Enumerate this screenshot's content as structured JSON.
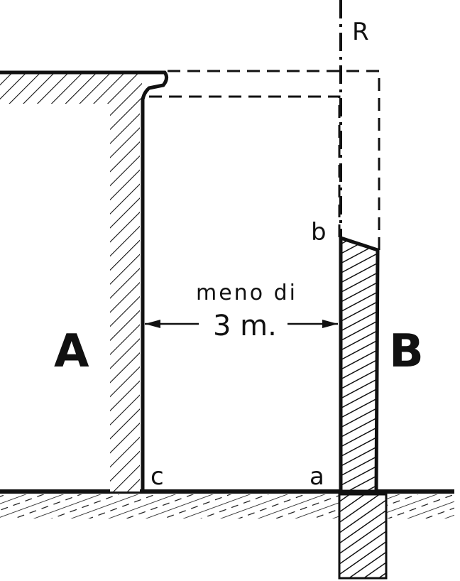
{
  "labels": {
    "top_right": "R",
    "building_a": "A",
    "building_b": "B",
    "point_b": "b",
    "point_c": "c",
    "point_a": "a",
    "distance_text": "meno di",
    "distance_value": "3 m."
  },
  "colors": {
    "ink": "#111111",
    "paper": "#ffffff"
  }
}
